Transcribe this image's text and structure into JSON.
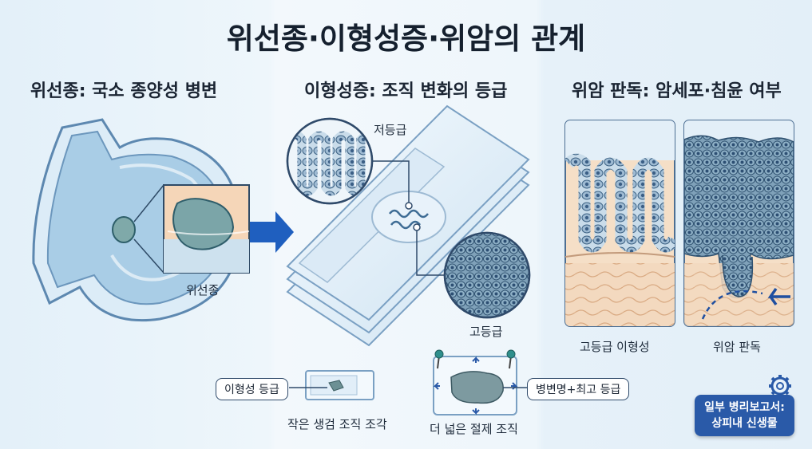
{
  "title": "위선종·이형성증·위암의 관계",
  "sections": {
    "adenoma": {
      "title": "위선종: 국소 종양성 병변",
      "label": "위선종"
    },
    "dysplasia": {
      "title": "이형성증: 조직 변화의 등급",
      "low_grade": "저등급",
      "high_grade": "고등급"
    },
    "cancer": {
      "title": "위암 판독: 암세포·침윤 여부",
      "left_label": "고등급 이형성",
      "right_label": "위암 판독"
    }
  },
  "specimens": {
    "biopsy_tag": "이형성 등급",
    "biopsy_label": "작은 생검 조직 조각",
    "resection_tag": "병변명+최고 등급",
    "resection_label": "더 넓은 절제 조직"
  },
  "badge": {
    "line1": "일부 병리보고서:",
    "line2": "상피내 신생물"
  },
  "icons": [
    "gear-icon",
    "arrow-right-icon",
    "pin-icon"
  ]
}
